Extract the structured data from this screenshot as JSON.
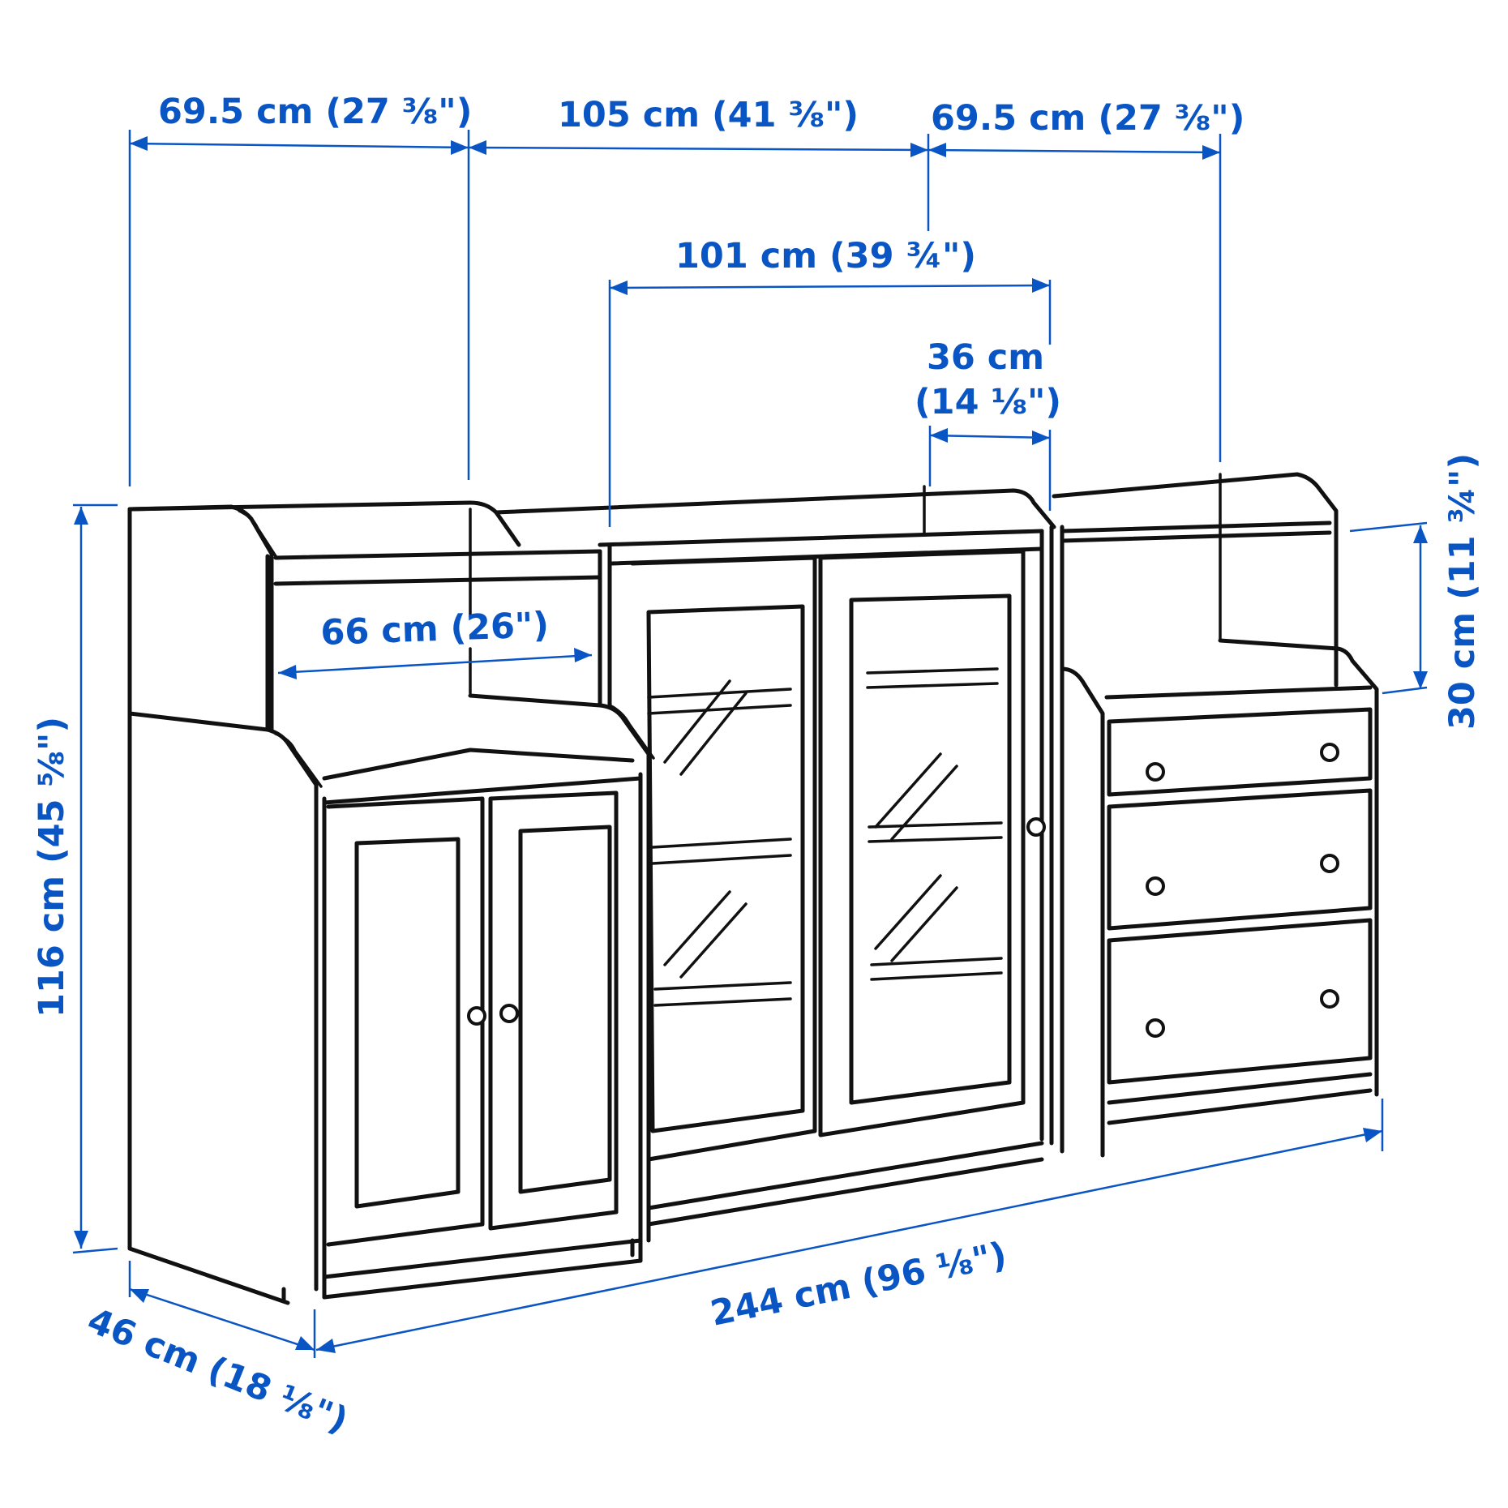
{
  "diagram": {
    "subject": "Storage combination: left cabinet with doors, center glass-door cabinet, right 3-drawer chest",
    "dimension_color": "#0a55c4",
    "line_color": "#111111",
    "dimensions": {
      "left_unit_width": "69.5 cm (27 ⅜\")",
      "center_unit_width": "105 cm (41 ⅜\")",
      "right_unit_width": "69.5 cm (27 ⅜\")",
      "center_top_width": "101 cm (39 ¾\")",
      "depth_top_line1": "36 cm",
      "depth_top_line2": "(14 ⅛\")",
      "shelf_inner_width": "66 cm (26\")",
      "upper_shelf_height": "30 cm (11 ¾\")",
      "total_height": "116 cm (45 ⅝\")",
      "total_depth": "46 cm (18 ⅛\")",
      "total_width": "244 cm (96 ⅛\")"
    }
  }
}
